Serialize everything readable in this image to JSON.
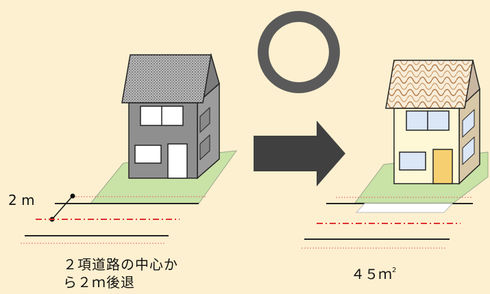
{
  "distance_label": "2 m",
  "caption_line1": "２項道路の中心か",
  "caption_line2": "ら２ｍ後退",
  "area_value": "４５ｍ",
  "area_unit_sup": "2",
  "colors": {
    "background": "#fdf0d0",
    "lawn": "#c9e2a6",
    "house_before": "#8f8f8f",
    "house_after": "#fff8d6",
    "road_center_line": "#e03030",
    "arrow": "#404040",
    "circle_mark": "#5a5a5a"
  },
  "icons": [
    "approval-circle-icon",
    "right-arrow-icon"
  ]
}
